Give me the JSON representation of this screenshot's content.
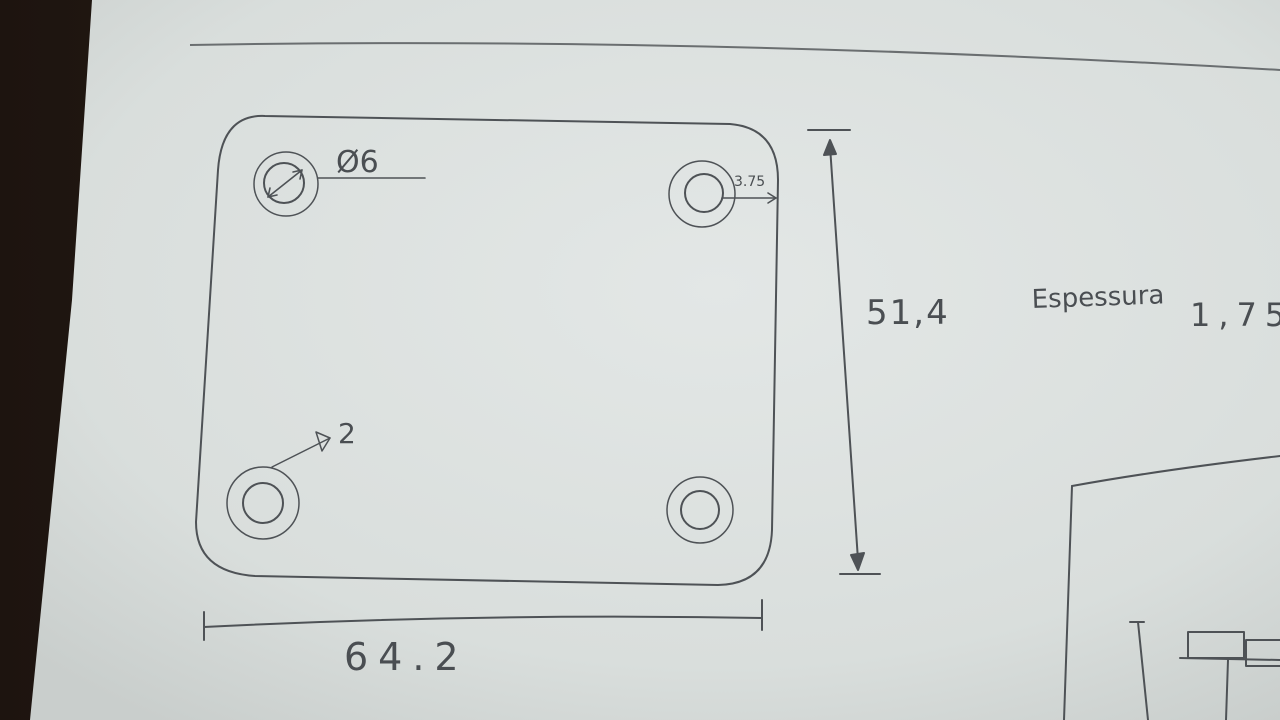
{
  "photo": {
    "subject": "hand-drawn technical sketch on paper",
    "colors": {
      "background": "#2a1f19",
      "paper": "#dfe3e2",
      "pencil": "#4e5256"
    }
  },
  "labels": {
    "hole_diameter": "Ø6",
    "hole_offset": "3.75",
    "height": "51,4",
    "thickness_label": "Espessura",
    "thickness_value": "1,75",
    "chamfer": "2",
    "width": "64.2"
  }
}
